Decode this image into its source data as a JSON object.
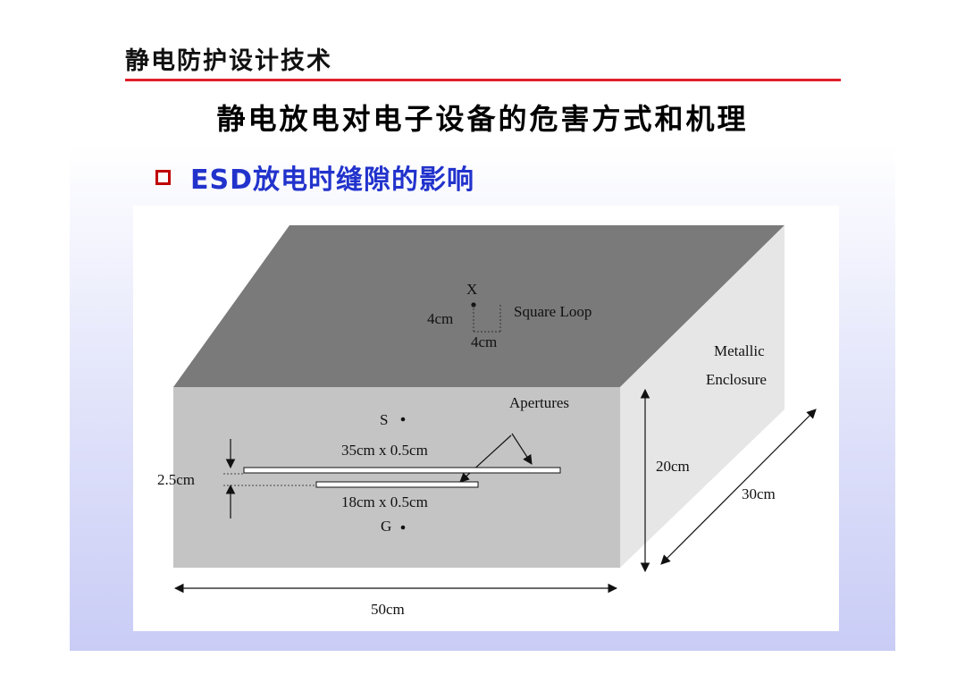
{
  "header": {
    "title": "静电防护设计技术"
  },
  "slide": {
    "title": "静电放电对电子设备的危害方式和机理",
    "bullet_text": "ESD放电时缝隙的影响"
  },
  "diagram": {
    "point_x": "X",
    "loop_side_v": "4cm",
    "loop_side_h": "4cm",
    "loop_label": "Square Loop",
    "enclosure_line1": "Metallic",
    "enclosure_line2": "Enclosure",
    "apertures_label": "Apertures",
    "point_s": "S",
    "point_g": "G",
    "aperture1_size": "35cm x 0.5cm",
    "aperture2_size": "18cm x 0.5cm",
    "spacing": "2.5cm",
    "height": "20cm",
    "depth": "30cm",
    "width": "50cm"
  },
  "colors": {
    "rule": "#e0202a",
    "bullet_box": "#c00000",
    "subtitle": "#2233cc",
    "top_face": "#7a7a7a",
    "front_face": "#c4c4c4",
    "side_face": "#e6e6e6"
  }
}
